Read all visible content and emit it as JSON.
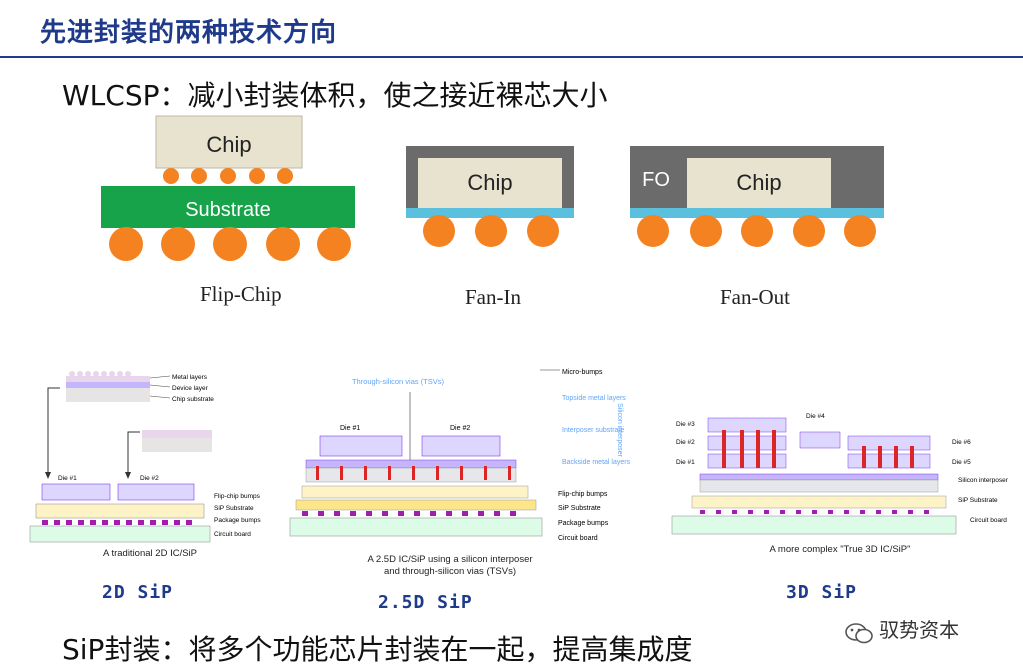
{
  "title": "先进封装的两种技术方向",
  "wlcsp": {
    "heading": "WLCSP：减小封装体积，使之接近裸芯大小"
  },
  "top_figures": {
    "flip_chip": {
      "label": "Flip-Chip",
      "chip": "Chip",
      "substrate": "Substrate"
    },
    "fan_in": {
      "label": "Fan-In",
      "chip": "Chip"
    },
    "fan_out": {
      "label": "Fan-Out",
      "chip": "Chip",
      "fo": "FO"
    }
  },
  "sip_2d": {
    "label": "2D SiP",
    "caption": "A traditional 2D IC/SiP",
    "die1": "Die #1",
    "die2": "Die #2",
    "callouts": [
      "Metal layers",
      "Device layer",
      "Chip substrate"
    ],
    "side": [
      "Flip-chip bumps",
      "SiP Substrate",
      "Package bumps",
      "Circuit board"
    ]
  },
  "sip_25d": {
    "label": "2.5D SiP",
    "caption_line1": "A 2.5D IC/SiP using a silicon interposer",
    "caption_line2": "and through-silicon vias (TSVs)",
    "die1": "Die #1",
    "die2": "Die #2",
    "tsv": "Through-silicon vias (TSVs)",
    "vertical": "Silicon interposer",
    "blue_labels": [
      "Topside metal layers",
      "Interposer substrate",
      "Backside metal layers"
    ],
    "side": [
      "Micro-bumps",
      "Flip-chip bumps",
      "SiP Substrate",
      "Package bumps",
      "Circuit board"
    ]
  },
  "sip_3d": {
    "label": "3D SiP",
    "caption": "A more complex \"True 3D IC/SiP\"",
    "die_left": [
      "Die #3",
      "Die #2",
      "Die #1"
    ],
    "die4": "Die #4",
    "die_right": [
      "Die #6",
      "Die #5"
    ],
    "side": [
      "Silicon interposer",
      "SiP Substrate",
      "Circuit board"
    ]
  },
  "sip": {
    "heading": "SiP封装：将多个功能芯片封装在一起，提高集成度"
  },
  "watermark": "驭势资本",
  "colors": {
    "title": "#1f3a8a",
    "bump": "#f58220",
    "substrate": "#16a34a",
    "fanin_layer": "#5bc0de",
    "mold": "#6b6b6b",
    "chip": "#e8e3cf"
  }
}
